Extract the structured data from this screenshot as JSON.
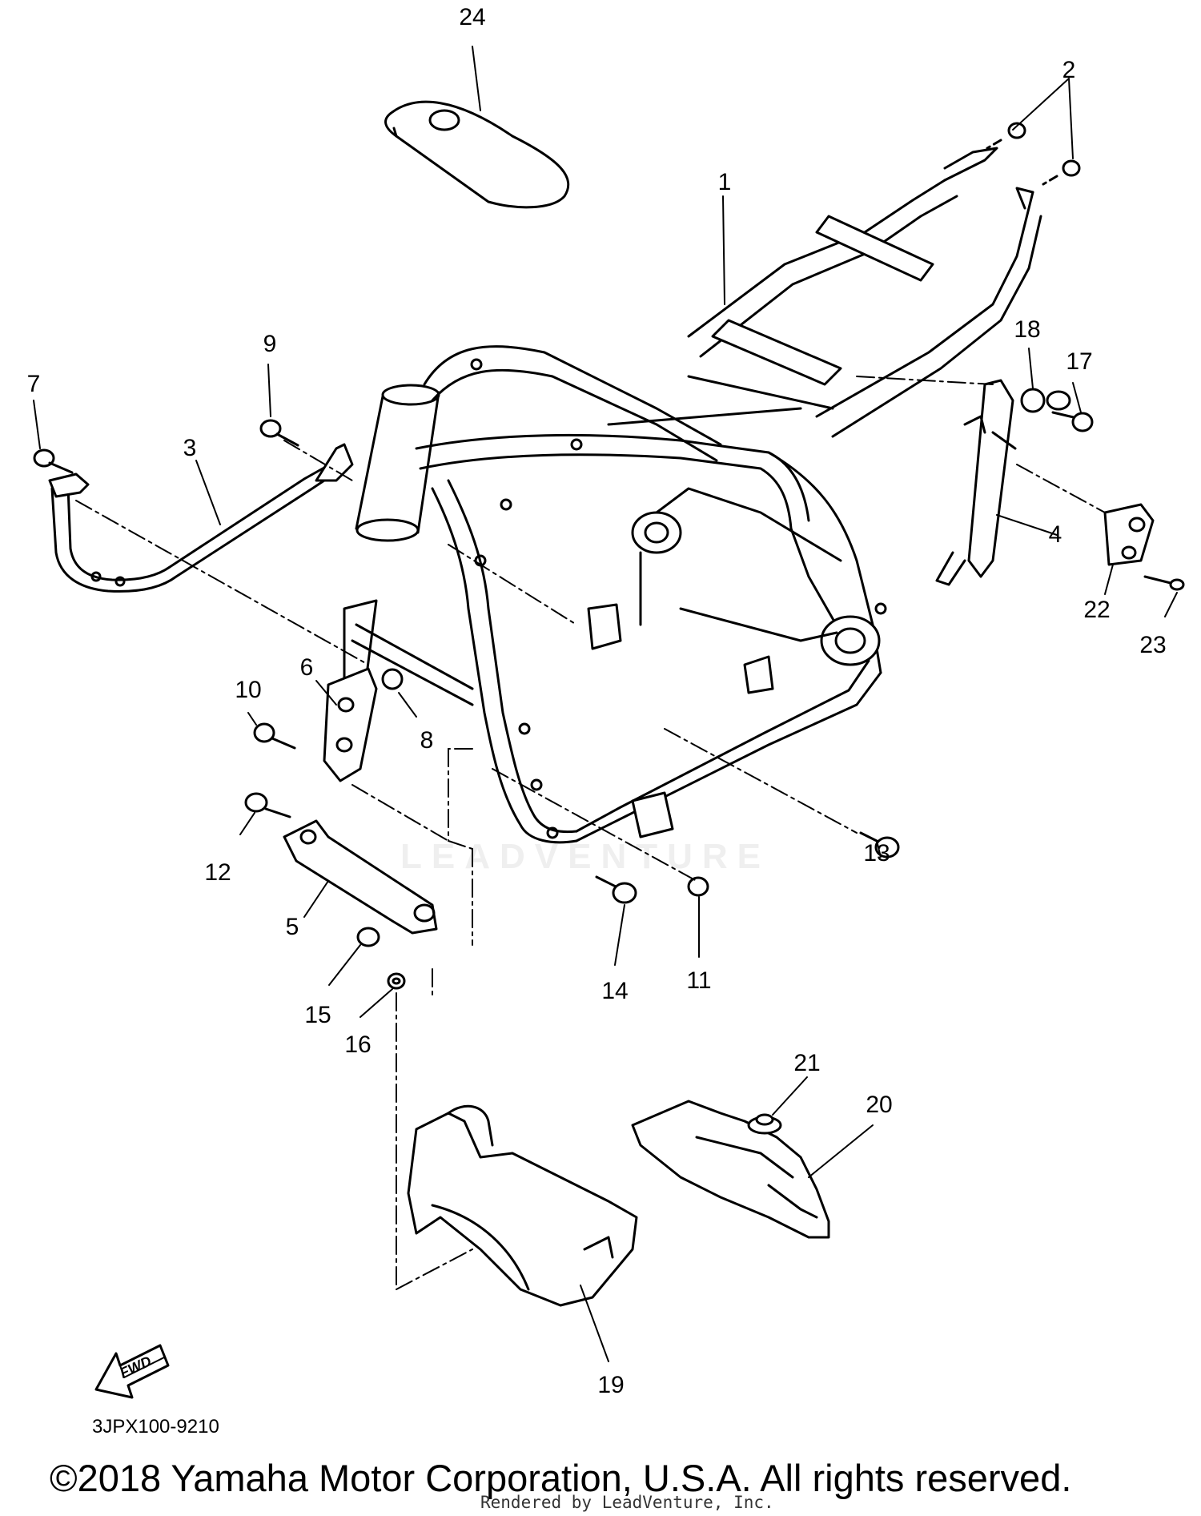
{
  "diagram": {
    "callouts": [
      {
        "id": "c1",
        "label": "1"
      },
      {
        "id": "c2",
        "label": "2"
      },
      {
        "id": "c3",
        "label": "3"
      },
      {
        "id": "c4",
        "label": "4"
      },
      {
        "id": "c5",
        "label": "5"
      },
      {
        "id": "c6",
        "label": "6"
      },
      {
        "id": "c7",
        "label": "7"
      },
      {
        "id": "c8",
        "label": "8"
      },
      {
        "id": "c9",
        "label": "9"
      },
      {
        "id": "c10",
        "label": "10"
      },
      {
        "id": "c11",
        "label": "11"
      },
      {
        "id": "c12",
        "label": "12"
      },
      {
        "id": "c13",
        "label": "13"
      },
      {
        "id": "c14",
        "label": "14"
      },
      {
        "id": "c15",
        "label": "15"
      },
      {
        "id": "c16",
        "label": "16"
      },
      {
        "id": "c17",
        "label": "17"
      },
      {
        "id": "c18",
        "label": "18"
      },
      {
        "id": "c19",
        "label": "19"
      },
      {
        "id": "c20",
        "label": "20"
      },
      {
        "id": "c21",
        "label": "21"
      },
      {
        "id": "c22",
        "label": "22"
      },
      {
        "id": "c23",
        "label": "23"
      },
      {
        "id": "c24",
        "label": "24"
      }
    ],
    "fwd_arrow_label": "FWD",
    "catalog_code": "3JPX100-9210",
    "watermark_text": "LEADVENTURE"
  },
  "footer": {
    "copyright": "©2018 Yamaha Motor Corporation, U.S.A. All rights reserved.",
    "rendered_by": "Rendered by LeadVenture, Inc."
  }
}
